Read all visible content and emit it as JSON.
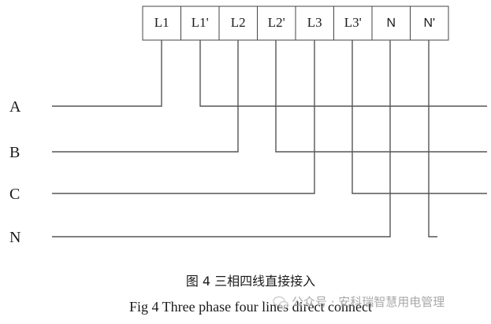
{
  "terminals": [
    {
      "label": "L1",
      "font": "serif"
    },
    {
      "label": "L1'",
      "font": "serif"
    },
    {
      "label": "L2",
      "font": "serif"
    },
    {
      "label": "L2'",
      "font": "serif"
    },
    {
      "label": "L3",
      "font": "serif"
    },
    {
      "label": "L3'",
      "font": "serif"
    },
    {
      "label": "N",
      "font": "sans"
    },
    {
      "label": "N'",
      "font": "sans"
    }
  ],
  "lines": [
    {
      "label": "A"
    },
    {
      "label": "B"
    },
    {
      "label": "C"
    },
    {
      "label": "N"
    }
  ],
  "caption": {
    "chinese": "图 4  三相四线直接接入",
    "english": "Fig 4 Three phase four lines direct connect"
  },
  "watermark": {
    "text": "公众号 · 安科瑞智慧用电管理",
    "icon": "wechat-icon"
  }
}
